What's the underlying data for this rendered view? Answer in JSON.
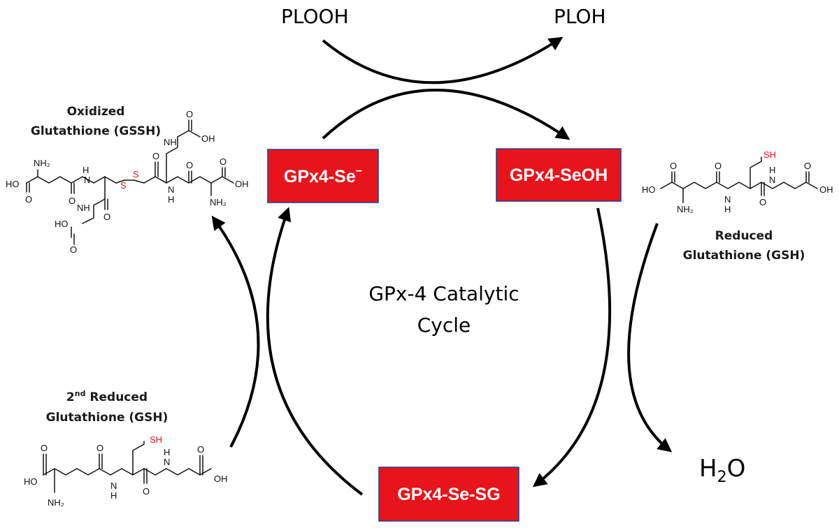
{
  "center_label": [
    "GPx-4 Catalytic",
    "Cycle"
  ],
  "substrate": "PLOOH",
  "product": "PLOH",
  "water": {
    "main": "H",
    "sub": "2",
    "tail": "O"
  },
  "nodes": {
    "se_minus": {
      "text": "GPx4-Se",
      "sup": "−"
    },
    "seoh": {
      "text": "GPx4-SeOH"
    },
    "se_sg": {
      "text": "GPx4-Se-SG"
    }
  },
  "captions": {
    "oxidized": [
      "Oxidized",
      "Glutathione (GSSH)"
    ],
    "reduced": [
      "Reduced",
      "Glutathione (GSH)"
    ],
    "second_reduced": {
      "num": "2",
      "sup": "nd",
      "rest": " Reduced",
      "line2": "Glutathione (GSH)"
    }
  },
  "atoms": {
    "nh2": "NH₂",
    "oh": "OH",
    "ho": "HO",
    "o": "O",
    "nh": "NH",
    "n": "N",
    "h": "H",
    "s": "S",
    "sh": "SH"
  },
  "colors": {
    "node_fill": "#e8141b",
    "node_border": "#1f3f8f",
    "red_atom": "#e8141b"
  }
}
